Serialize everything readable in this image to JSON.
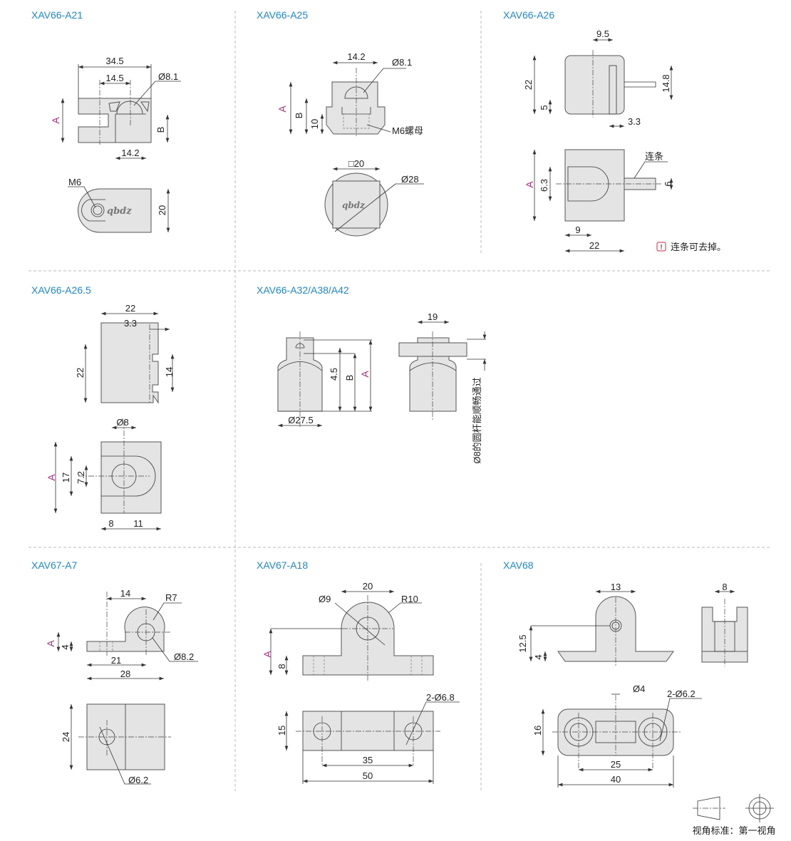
{
  "colors": {
    "title": "#1f86c8",
    "dim_letter": "#a3307f",
    "part_fill": "#e4e4e4",
    "note_icon": "#d0234c"
  },
  "a21": {
    "title": "XAV66-A21",
    "dims": [
      "34.5",
      "14.5",
      "Ø8.1",
      "A",
      "B",
      "14.2",
      "M6",
      "20"
    ],
    "logo": "qbdz"
  },
  "a25": {
    "title": "XAV66-A25",
    "dims": [
      "14.2",
      "Ø8.1",
      "A",
      "B",
      "10",
      "M6螺母",
      "□20",
      "Ø28"
    ],
    "logo": "qbdz"
  },
  "a26": {
    "title": "XAV66-A26",
    "dims": [
      "9.5",
      "22",
      "5",
      "14.8",
      "3.3",
      "连条",
      "A",
      "6.3",
      "6",
      "9",
      "22"
    ],
    "note": "连条可去掉。",
    "note_icon": "!"
  },
  "a265": {
    "title": "XAV66-A26.5",
    "dims": [
      "22",
      "3.3",
      "22",
      "14",
      "Ø8",
      "A",
      "17",
      "7.2",
      "8",
      "11"
    ]
  },
  "a32": {
    "title": "XAV66-A32/A38/A42",
    "dims": [
      "4.5",
      "B",
      "A",
      "Ø27.5",
      "19"
    ],
    "note": "Ø8的圆杆能顺畅通过"
  },
  "a7": {
    "title": "XAV67-A7",
    "dims": [
      "14",
      "R7",
      "A",
      "4",
      "21",
      "Ø8.2",
      "28",
      "24",
      "Ø6.2"
    ]
  },
  "a18": {
    "title": "XAV67-A18",
    "dims": [
      "20",
      "Ø9",
      "R10",
      "A",
      "8",
      "15",
      "2-Ø6.8",
      "35",
      "50"
    ]
  },
  "x68": {
    "title": "XAV68",
    "dims": [
      "13",
      "8",
      "12.5",
      "4",
      "Ø4",
      "2-Ø6.2",
      "16",
      "25",
      "40"
    ]
  },
  "legend": {
    "label": "视角标准：第一视角"
  }
}
